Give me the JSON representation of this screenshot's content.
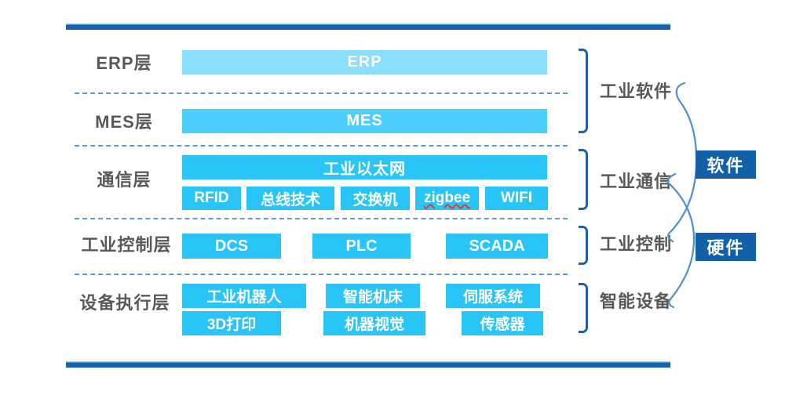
{
  "layers": {
    "erp": {
      "label": "ERP层",
      "bar": "ERP"
    },
    "mes": {
      "label": "MES层",
      "bar": "MES"
    },
    "comm": {
      "label": "通信层",
      "main_bar": "工业以太网",
      "boxes": [
        "RFID",
        "总线技术",
        "交换机",
        "zigbee",
        "WIFI"
      ]
    },
    "control": {
      "label": "工业控制层",
      "boxes": [
        "DCS",
        "PLC",
        "SCADA"
      ]
    },
    "device": {
      "label": "设备执行层",
      "row1": [
        "工业机器人",
        "智能机床",
        "伺服系统"
      ],
      "row2": [
        "3D打印",
        "机器视觉",
        "传感器"
      ]
    }
  },
  "right_panel": {
    "group_labels": [
      "工业软件",
      "工业通信",
      "工业控制",
      "智能设备"
    ],
    "chips": [
      "软件",
      "硬件"
    ]
  },
  "colors": {
    "rule_navy": "#1262ae",
    "bar_light_blue": "#8adffc",
    "bar_medium_blue": "#4ccefa",
    "box_cyan": "#29c5f6",
    "chip_navy": "#1160a8",
    "bracket_blue": "#1e5fa8",
    "arc_blue": "#4d8fd1",
    "dash_blue": "#5b9bd5",
    "label_gray": "#595959",
    "spellcheck_red": "#e53935"
  }
}
